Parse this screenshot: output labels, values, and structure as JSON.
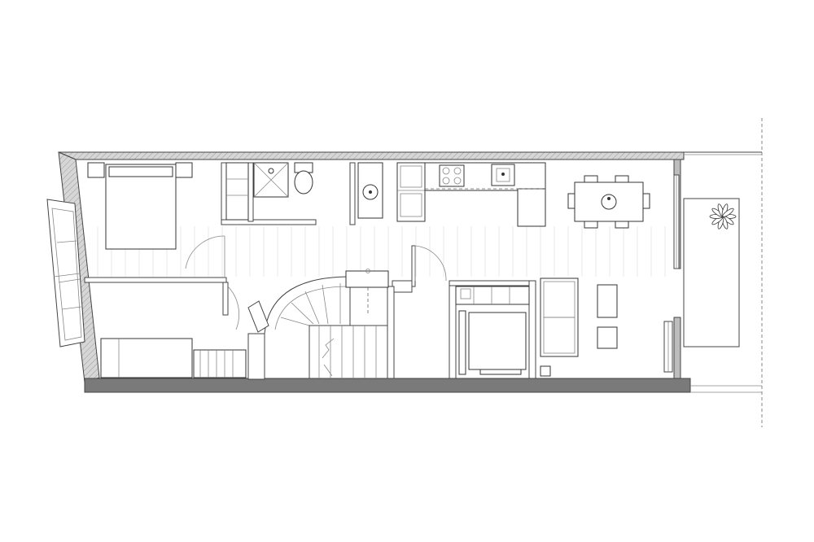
{
  "drawing": {
    "type": "architectural floor plan",
    "colors": {
      "background": "#ffffff",
      "wall_fill": "#bdbdbd",
      "facade_fill": "#7a7a7a",
      "line": "#333333",
      "floor_lines": "#e3e3e3"
    },
    "elements": [
      "double-bed",
      "twin-bed",
      "shower-tray",
      "toilet",
      "washbasin",
      "kitchen-cabinets",
      "cooktop",
      "kitchen-sink",
      "dining-table",
      "chairs",
      "spiral-stair",
      "straight-stair",
      "sofa",
      "side-tables",
      "balcony",
      "potted-plant",
      "windows",
      "doors"
    ]
  }
}
